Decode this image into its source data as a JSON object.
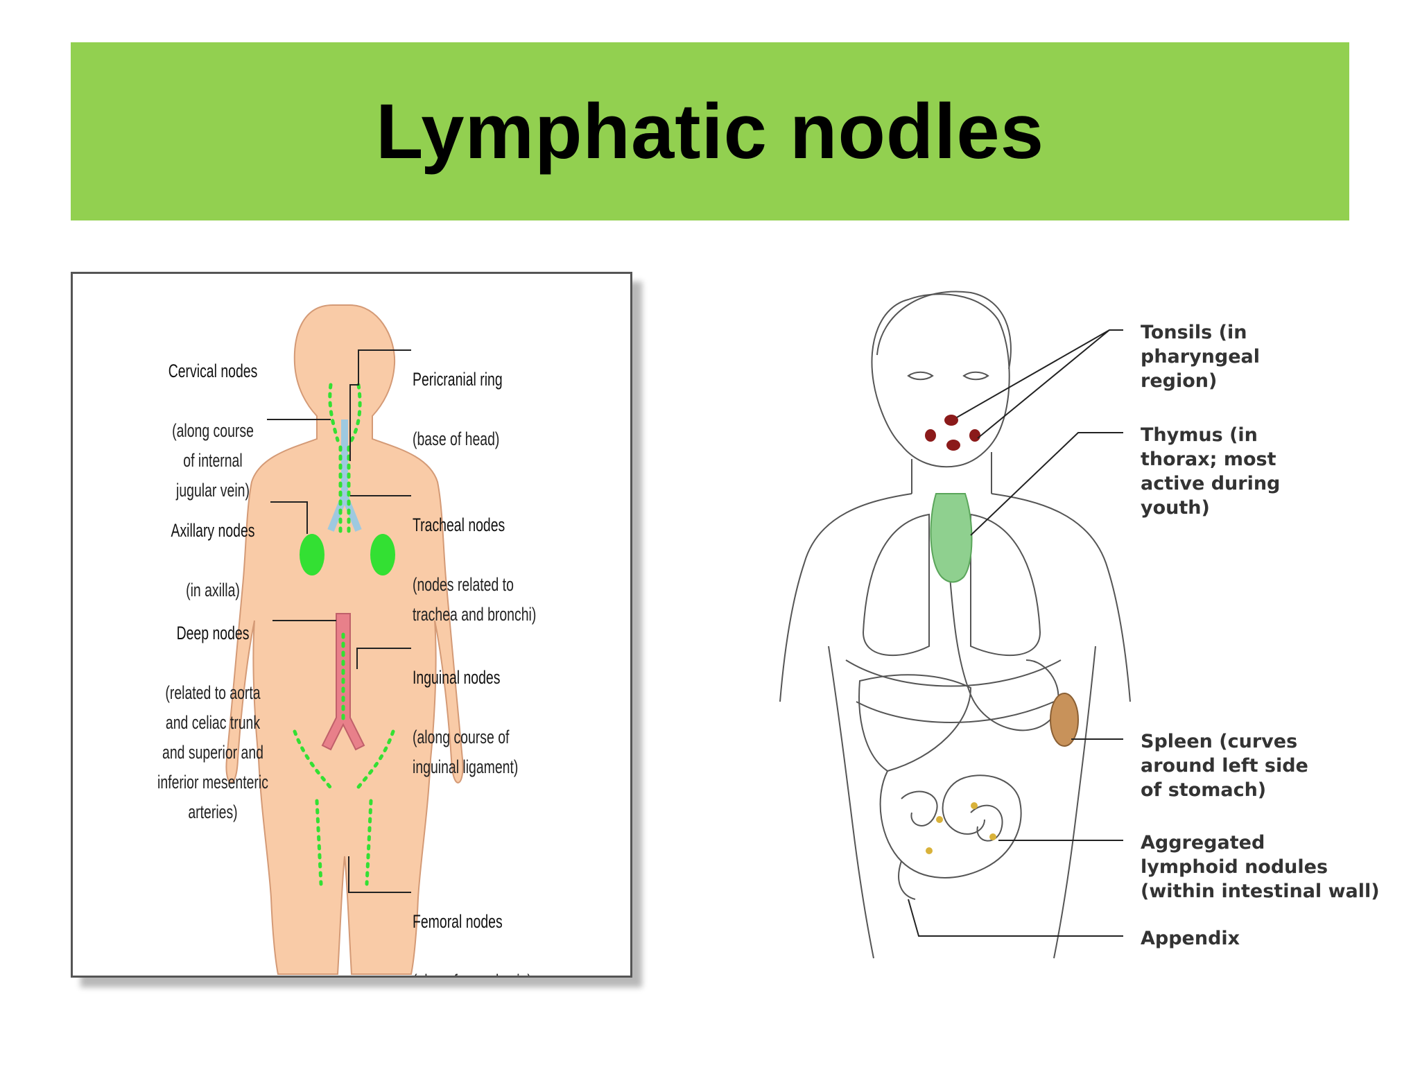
{
  "title": "Lymphatic nodles",
  "left_diagram": {
    "labels": {
      "cervical": {
        "heading": "Cervical nodes",
        "detail": "(along course\nof internal\njugular vein)"
      },
      "axillary": {
        "heading": "Axillary nodes",
        "detail": "(in axilla)"
      },
      "deep": {
        "heading": "Deep nodes",
        "detail": "(related to aorta\nand celiac trunk\nand superior and\ninferior mesenteric\narteries)"
      },
      "pericranial": {
        "heading": "Pericranial ring",
        "detail": "(base of head)"
      },
      "tracheal": {
        "heading": "Tracheal nodes",
        "detail": "(nodes related to\ntrachea and bronchi)"
      },
      "inguinal": {
        "heading": "Inguinal nodes",
        "detail": "(along course of\ninguinal ligament)"
      },
      "femoral": {
        "heading": "Femoral nodes",
        "detail": "(along femoral vein)"
      }
    },
    "colors": {
      "skin": "#f9cba7",
      "node": "#33e033",
      "vessel": "#e8808a",
      "trachea": "#9ec9e0"
    }
  },
  "right_diagram": {
    "labels": {
      "tonsils": "Tonsils (in\npharyngeal\nregion)",
      "thymus": "Thymus (in\nthorax; most\nactive during\nyouth)",
      "spleen": "Spleen (curves\naround left side\nof stomach)",
      "aggregated": "Aggregated\nlymphoid nodules\n(within intestinal wall)",
      "appendix": "Appendix"
    },
    "colors": {
      "tonsil": "#8b1a1a",
      "thymus": "#8fd08f",
      "spleen": "#c8925a",
      "nodule": "#d9b23a"
    }
  }
}
